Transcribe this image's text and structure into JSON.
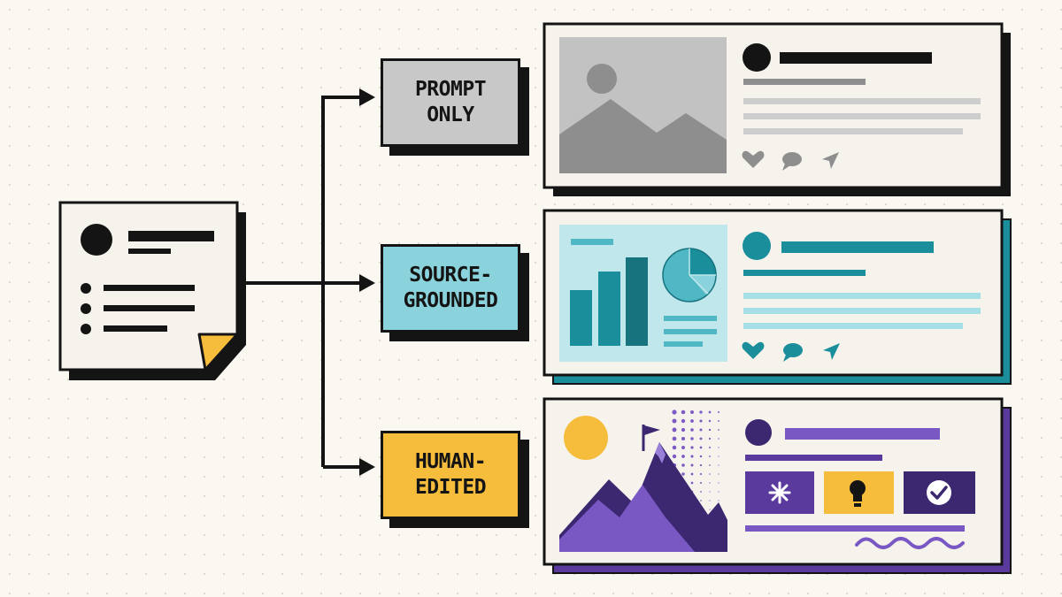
{
  "colors": {
    "ink": "#141414",
    "paper": "#f6f3ec",
    "gray": "#c8c8c8",
    "teal": "#1a8e9b",
    "light_teal": "#8bd3dc",
    "yellow": "#f6bd3d",
    "purple": "#5b3a9e"
  },
  "branches": [
    {
      "id": "prompt-only",
      "label_lines": [
        "PROMPT",
        "ONLY"
      ],
      "fill": "#c8c8c8",
      "card_style": "gray-photo-post"
    },
    {
      "id": "source-grounded",
      "label_lines": [
        "SOURCE-",
        "GROUNDED"
      ],
      "fill": "#8bd3dc",
      "card_style": "teal-chart-post"
    },
    {
      "id": "human-edited",
      "label_lines": [
        "HUMAN-",
        "EDITED"
      ],
      "fill": "#f6bd3d",
      "card_style": "purple-illustrated-post"
    }
  ],
  "icons": {
    "source_document": "document-icon",
    "gray_card": [
      "image-placeholder-icon",
      "heart-icon",
      "comment-icon",
      "send-icon"
    ],
    "teal_card": [
      "bar-chart-icon",
      "pie-chart-icon",
      "heart-icon",
      "comment-icon",
      "send-icon"
    ],
    "purple_card": [
      "sun-icon",
      "mountain-flag-icon",
      "sparkle-icon",
      "lightbulb-icon",
      "checkmark-icon"
    ]
  }
}
